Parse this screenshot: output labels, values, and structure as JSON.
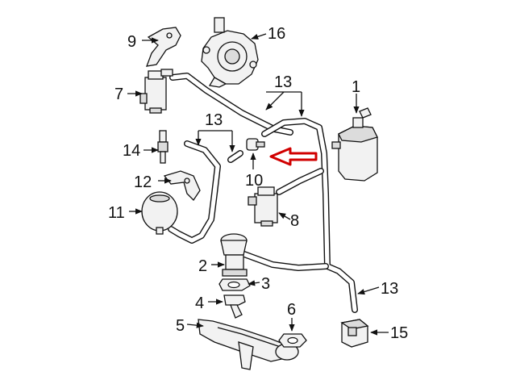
{
  "callouts": {
    "c1": "1",
    "c2": "2",
    "c3": "3",
    "c4": "4",
    "c5": "5",
    "c6": "6",
    "c7": "7",
    "c8": "8",
    "c9": "9",
    "c10": "10",
    "c11": "11",
    "c12": "12",
    "c13a": "13",
    "c13b": "13",
    "c13c": "13",
    "c14": "14",
    "c15": "15",
    "c16": "16"
  },
  "colors": {
    "highlight_arrow": "#d10000",
    "line": "#111111",
    "background": "#ffffff"
  }
}
